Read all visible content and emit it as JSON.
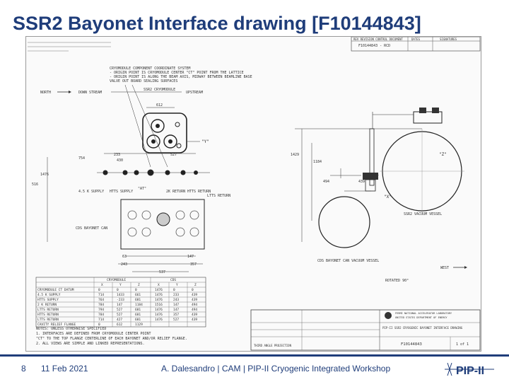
{
  "slide": {
    "title": "SSR2 Bayonet Interface drawing [F10144843]",
    "page_number": "8",
    "date": "11 Feb 2021",
    "caption": "A. Dalesandro | CAM | PIP-II Cryogenic Integrated Workshop",
    "logo_text": "PIP-II"
  },
  "drawing": {
    "revision_header": "REV  REVISION CONTROL DOCUMENT",
    "dates_label": "DATES",
    "signatures_label": "SIGNATURES",
    "revision_id": "F10144843 - RCD",
    "coord_system_note": [
      "CRYOMODULE COMPONENT COORDINATE SYSTEM",
      "- ORIGIN POINT IS CRYOMODULE CENTER \"CT\" POINT FROM THE LATTICE",
      "- ORIGIN POINT IS ALONG THE BEAM AXIS, MIDWAY BETWEEN BEAMLINE BASE",
      "  VALVE OUT BOARD SEALING SURFACES"
    ],
    "north_label": "NORTH",
    "downstream_label": "DOWN STREAM",
    "upstream_label": "UPSTREAM",
    "cryomodule_label": "SSR2 CRYOMODULE",
    "dims": {
      "d612": "612",
      "d233": "233",
      "d527": "527",
      "d430": "430",
      "d754": "754",
      "d1476": "1476",
      "d516": "516",
      "d63": "63",
      "d147": "147",
      "d243": "243",
      "d357": "357",
      "d537": "537",
      "d1429": "1429",
      "d1184": "1184",
      "d494": "494",
      "d439": "439",
      "d661": "661"
    },
    "port_labels": {
      "supply_45k": "4.5 K SUPPLY",
      "htts_supply": "HTTS SUPPLY",
      "at": "\"AT\"",
      "return_2k": "2K RETURN",
      "htts_return": "HTTS RETURN",
      "ltts_return": "LTTS RETURN"
    },
    "cds_can_label": "CDS BAYONET CAN",
    "vessel_label": "SSR2 VACUUM VESSEL",
    "cds_can_vessel_label": "CDS BAYONET CAN VACUUM VESSEL",
    "west_label": "WEST",
    "rotated_label": "ROTATED 90°",
    "axis_x": "\"X\"",
    "axis_y": "\"Y\"",
    "axis_z": "\"Z\"",
    "table": {
      "group_headers": [
        "CRYOMODULE",
        "CDS"
      ],
      "columns": [
        "",
        "X",
        "Y",
        "Z",
        "X",
        "Y",
        "Z"
      ],
      "rows": [
        [
          "CRYOMODULE CT DATUM",
          "0",
          "0",
          "0",
          "1476",
          "0",
          "0"
        ],
        [
          "4.5 K SUPPLY",
          "714",
          "1433",
          "661",
          "1476",
          "233",
          "439"
        ],
        [
          "HTTS SUPPLY",
          "764",
          "-233",
          "681",
          "1476",
          "243",
          "439"
        ],
        [
          "2 K RETURN",
          "784",
          "147",
          "1184",
          "1516",
          "147",
          "494"
        ],
        [
          "LTTS RETURN",
          "794",
          "527",
          "681",
          "1476",
          "147",
          "494"
        ],
        [
          "HTTS RETURN",
          "784",
          "527",
          "681",
          "1476",
          "357",
          "439"
        ],
        [
          "LTTS RETURN",
          "714",
          "427",
          "681",
          "1476",
          "527",
          "439"
        ],
        [
          "CAVITY RELIEF FLANGE",
          "0",
          "612",
          "1129",
          "",
          "",
          ""
        ]
      ]
    },
    "notes": [
      "NOTES: UNLESS OTHERWISE SPECIFIED",
      "1. INTERFACES ARE DEFINED FROM CRYOMODULE CENTER POINT",
      "   \"CT\" TO THE TOP FLANGE CENTERLINE OF EACH BAYONET AND/OR RELIEF FLANGE.",
      "2. ALL VIEWS ARE SIMPLE AND LINKED REPRESENTATIONS."
    ],
    "title_block": {
      "lab_name": "FERMI NATIONAL ACCELERATOR LABORATORY",
      "dept": "UNITED STATES DEPARTMENT OF ENERGY",
      "drawing_title": "PIP-II SSR2 CRYOGENIC BAYONET INTERFACE DRAWING",
      "drawing_number": "F10144843",
      "sheet": "1 of 1",
      "projection": "THIRD ANGLE PROJECTION"
    }
  }
}
